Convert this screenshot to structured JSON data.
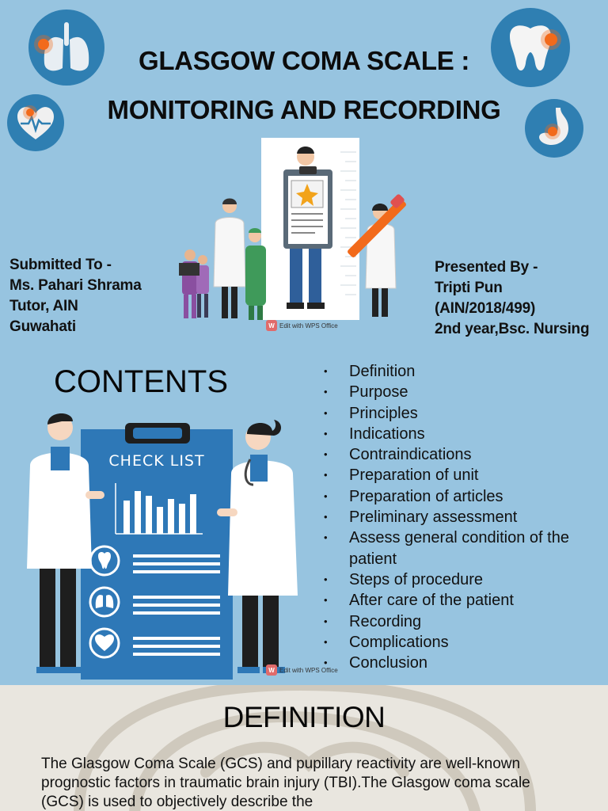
{
  "slide1": {
    "title_line1": "GLASGOW COMA SCALE :",
    "title_line2": "MONITORING AND RECORDING",
    "submitted": [
      "Submitted To -",
      "Ms. Pahari Shrama",
      "Tutor, AIN",
      "Guwahati"
    ],
    "presented": [
      "Presented By -",
      "Tripti Pun",
      "(AIN/2018/499)",
      "2nd year,Bsc. Nursing"
    ],
    "watermark": "Edit with WPS Office",
    "icons": [
      "lungs-icon",
      "tooth-icon",
      "heart-icon",
      "stomach-icon"
    ]
  },
  "slide2": {
    "heading": "CONTENTS",
    "clipboard_label": "CHECK LIST",
    "items": [
      "Definition",
      "Purpose",
      "Principles",
      "Indications",
      "Contraindications",
      "Preparation of unit",
      "Preparation of articles",
      "Preliminary assessment",
      "Assess general condition of the patient",
      "Steps of procedure",
      "After care of the patient",
      "Recording",
      "Complications",
      "Conclusion"
    ],
    "watermark": "Edit with WPS Office"
  },
  "slide3": {
    "heading": "DEFINITION",
    "text": "The Glasgow Coma Scale (GCS) and pupillary reactivity are well-known prognostic factors in traumatic brain injury (TBI).The Glasgow coma scale (GCS) is used to objectively describe the"
  },
  "colors": {
    "background": "#97c4e0",
    "icon_circle": "#2f7fb2",
    "accent_orange": "#f26a1b",
    "clipboard_blue": "#2e78b7"
  }
}
